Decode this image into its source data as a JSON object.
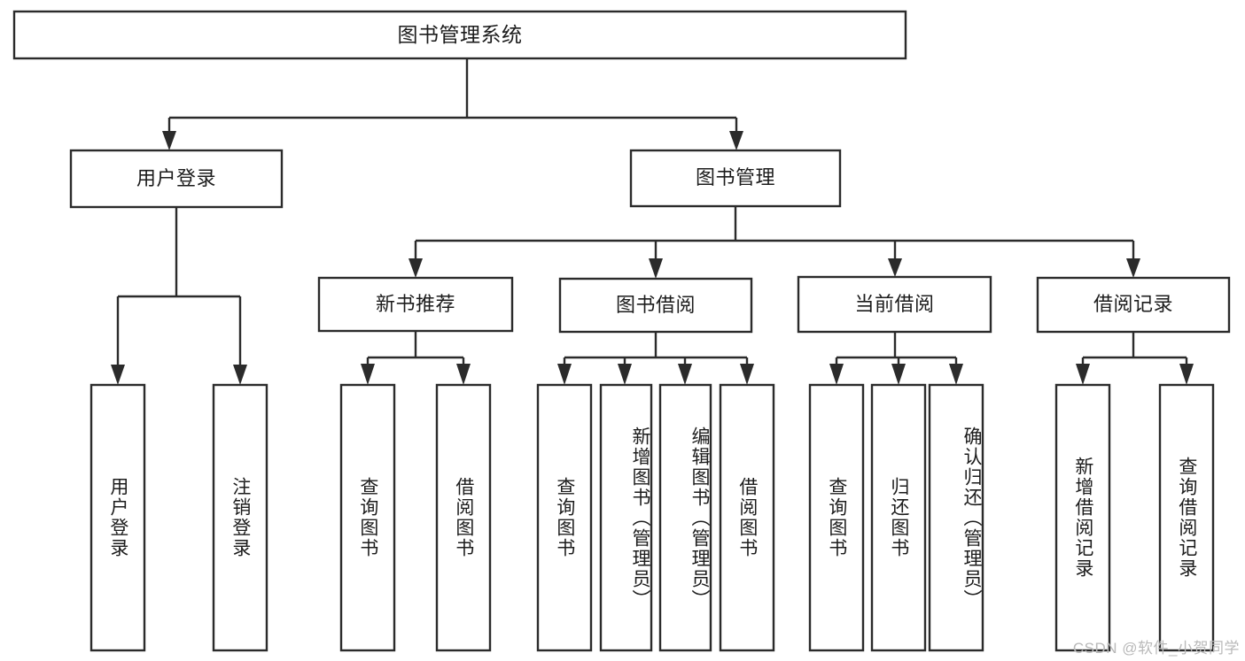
{
  "diagram": {
    "type": "tree-hierarchy-chart",
    "title": "图书管理系统",
    "watermark": "CSDN @软件_小贺同学",
    "colors": {
      "background": "#ffffff",
      "box_fill": "#ffffff",
      "box_stroke": "#2b2b2b",
      "text": "#1c1c1c",
      "watermark": "#b9b9b9"
    },
    "levels": {
      "root": {
        "label": "图书管理系统"
      },
      "level2": [
        {
          "label": "用户登录"
        },
        {
          "label": "图书管理"
        }
      ],
      "level3": [
        {
          "label": "新书推荐"
        },
        {
          "label": "图书借阅"
        },
        {
          "label": "当前借阅"
        },
        {
          "label": "借阅记录"
        }
      ]
    },
    "leaves": {
      "user_login": [
        {
          "label": "用户登录"
        },
        {
          "label": "注销登录"
        }
      ],
      "new_book_recommend": [
        {
          "label": "查询图书"
        },
        {
          "label": "借阅图书"
        }
      ],
      "book_borrow": [
        {
          "label": "查询图书"
        },
        {
          "label": "新增图书（管理员）"
        },
        {
          "label": "编辑图书（管理员）"
        },
        {
          "label": "借阅图书"
        }
      ],
      "current_borrow": [
        {
          "label": "查询图书"
        },
        {
          "label": "归还图书"
        },
        {
          "label": "确认归还（管理员）"
        }
      ],
      "borrow_records": [
        {
          "label": "新增借阅记录"
        },
        {
          "label": "查询借阅记录"
        }
      ]
    }
  }
}
